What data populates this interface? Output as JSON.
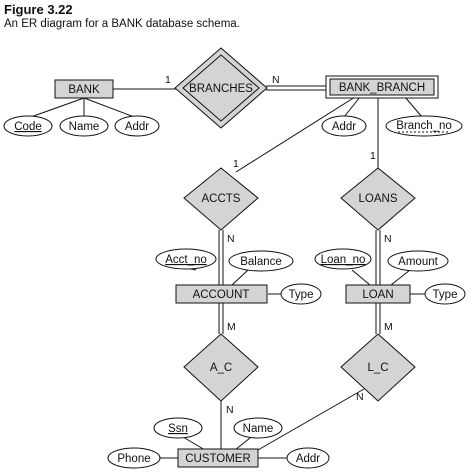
{
  "figure": {
    "title": "Figure 3.22",
    "caption": "An ER diagram for a BANK database schema."
  },
  "entities": {
    "bank": "BANK",
    "bank_branch": "BANK_BRANCH",
    "account": "ACCOUNT",
    "loan": "LOAN",
    "customer": "CUSTOMER"
  },
  "relationships": {
    "branches": "BRANCHES",
    "accts": "ACCTS",
    "loans": "LOANS",
    "a_c": "A_C",
    "l_c": "L_C"
  },
  "attributes": {
    "bank_code": "Code",
    "bank_name": "Name",
    "bank_addr": "Addr",
    "branch_addr": "Addr",
    "branch_no": "Branch_no",
    "acct_no": "Acct_no",
    "balance": "Balance",
    "account_type": "Type",
    "loan_no": "Loan_no",
    "amount": "Amount",
    "loan_type": "Type",
    "ssn": "Ssn",
    "customer_name": "Name",
    "phone": "Phone",
    "customer_addr": "Addr"
  },
  "cardinalities": {
    "bank_branches": "1",
    "branches_branch": "N",
    "branch_accts": "1",
    "accts_account": "N",
    "branch_loans": "1",
    "loans_loan": "N",
    "account_ac": "M",
    "ac_customer": "N",
    "loan_lc": "M",
    "lc_customer": "N"
  }
}
